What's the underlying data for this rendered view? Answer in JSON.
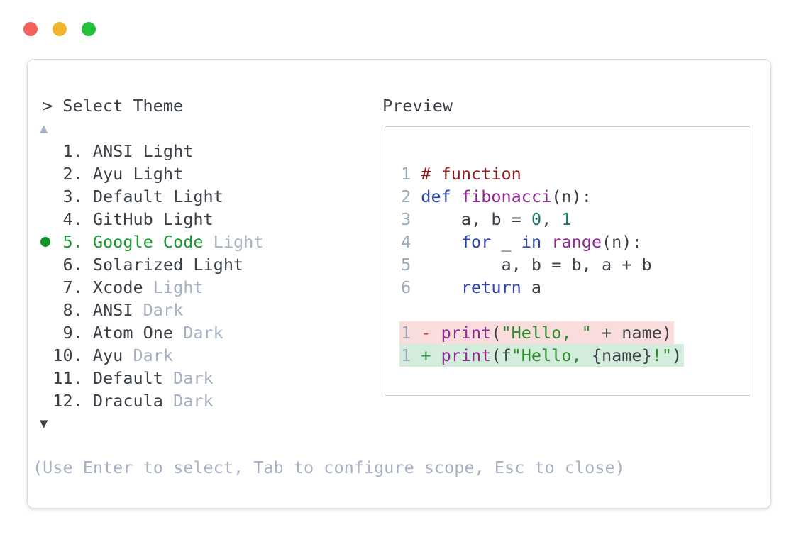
{
  "window": {
    "traffic_lights": [
      {
        "name": "close-button",
        "color": "#f4605a"
      },
      {
        "name": "minimize-button",
        "color": "#f0b42d"
      },
      {
        "name": "zoom-button",
        "color": "#24c13b"
      }
    ]
  },
  "selector": {
    "prompt": "> Select Theme",
    "scroll_up": "▲",
    "scroll_down": "▼",
    "items": [
      {
        "number": 1,
        "name": "ANSI Light",
        "variant": "",
        "selected": false
      },
      {
        "number": 2,
        "name": "Ayu Light",
        "variant": "",
        "selected": false
      },
      {
        "number": 3,
        "name": "Default Light",
        "variant": "",
        "selected": false
      },
      {
        "number": 4,
        "name": "GitHub Light",
        "variant": "",
        "selected": false
      },
      {
        "number": 5,
        "name": "Google Code",
        "variant": "Light",
        "selected": true
      },
      {
        "number": 6,
        "name": "Solarized Light",
        "variant": "",
        "selected": false
      },
      {
        "number": 7,
        "name": "Xcode",
        "variant": "Light",
        "selected": false
      },
      {
        "number": 8,
        "name": "ANSI",
        "variant": "Dark",
        "selected": false
      },
      {
        "number": 9,
        "name": "Atom One",
        "variant": "Dark",
        "selected": false
      },
      {
        "number": 10,
        "name": "Ayu",
        "variant": "Dark",
        "selected": false
      },
      {
        "number": 11,
        "name": "Default",
        "variant": "Dark",
        "selected": false
      },
      {
        "number": 12,
        "name": "Dracula",
        "variant": "Dark",
        "selected": false
      }
    ],
    "footer_hint": "(Use Enter to select, Tab to configure scope, Esc to close)"
  },
  "preview": {
    "title": "Preview",
    "code_lines": [
      {
        "number": "1",
        "segments": [
          {
            "t": "# function",
            "c": "comment"
          }
        ]
      },
      {
        "number": "2",
        "segments": [
          {
            "t": "def",
            "c": "keyword"
          },
          {
            "t": " ",
            "c": "plain"
          },
          {
            "t": "fibonacci",
            "c": "function"
          },
          {
            "t": "(n):",
            "c": "plain"
          }
        ]
      },
      {
        "number": "3",
        "segments": [
          {
            "t": "    a, b = ",
            "c": "plain"
          },
          {
            "t": "0",
            "c": "number"
          },
          {
            "t": ", ",
            "c": "plain"
          },
          {
            "t": "1",
            "c": "number"
          }
        ]
      },
      {
        "number": "4",
        "segments": [
          {
            "t": "    ",
            "c": "plain"
          },
          {
            "t": "for",
            "c": "keyword"
          },
          {
            "t": " _ ",
            "c": "plain"
          },
          {
            "t": "in",
            "c": "keyword"
          },
          {
            "t": " ",
            "c": "plain"
          },
          {
            "t": "range",
            "c": "function"
          },
          {
            "t": "(n):",
            "c": "plain"
          }
        ]
      },
      {
        "number": "5",
        "segments": [
          {
            "t": "        a, b = b, a + b",
            "c": "plain"
          }
        ]
      },
      {
        "number": "6",
        "segments": [
          {
            "t": "    ",
            "c": "plain"
          },
          {
            "t": "return",
            "c": "keyword"
          },
          {
            "t": " a",
            "c": "plain"
          }
        ]
      }
    ],
    "diff_lines": [
      {
        "number": "1",
        "sign": "-",
        "kind": "removed",
        "segments": [
          {
            "t": "print",
            "c": "function"
          },
          {
            "t": "(",
            "c": "plain"
          },
          {
            "t": "\"Hello, \"",
            "c": "string"
          },
          {
            "t": " + name)",
            "c": "plain"
          }
        ]
      },
      {
        "number": "1",
        "sign": "+",
        "kind": "added",
        "segments": [
          {
            "t": "print",
            "c": "function"
          },
          {
            "t": "(f",
            "c": "plain"
          },
          {
            "t": "\"Hello, ",
            "c": "string"
          },
          {
            "t": "{name}",
            "c": "plain"
          },
          {
            "t": "!\"",
            "c": "string"
          },
          {
            "t": ")",
            "c": "plain"
          }
        ]
      }
    ]
  },
  "colors": {
    "text-dark": "#3c4148",
    "muted": "#a7b1c3",
    "linenum": "#9daabb",
    "accent-green": "#189a31",
    "bullet-green": "#11912a",
    "border": "#d7dbe2",
    "preview-border": "#ccd1d9",
    "tok-comment": "#8c1d1d",
    "tok-keyword": "#2b44a7",
    "tok-function": "#8e2a92",
    "tok-number": "#17766b",
    "tok-string": "#2b8c2b",
    "tok-plain": "#3c4148",
    "diff-removed-bg": "#f9dddc",
    "diff-added-bg": "#d3ecdc",
    "diff-minus": "#c73a3a",
    "diff-plus": "#2e9245"
  }
}
